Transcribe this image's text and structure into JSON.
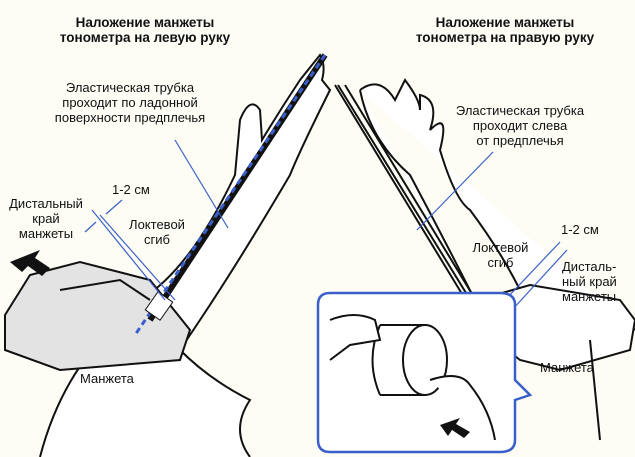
{
  "left": {
    "title": "Наложение манжеты\nтонометра на левую руку",
    "tube_note": "Эластическая трубка\nпроходит по ладонной\nповерхности предплечья",
    "distance": "1-2 см",
    "distal_edge": "Дистальный\nкрай\nманжеты",
    "elbow": "Локтевой\nсгиб",
    "cuff": "Манжета"
  },
  "right": {
    "title": "Наложение манжеты\nтонометра на правую руку",
    "tube_note": "Эластическая трубка\nпроходит слева\nот предплечья",
    "distance": "1-2 см",
    "elbow": "Локтевой\nсгиб",
    "distal_edge": "Дисталь-\nный край\nманжеты",
    "cuff": "Манжета"
  },
  "colors": {
    "accent": "#3a5fc8",
    "line": "#111111",
    "cuff": "#e3e3e3"
  }
}
